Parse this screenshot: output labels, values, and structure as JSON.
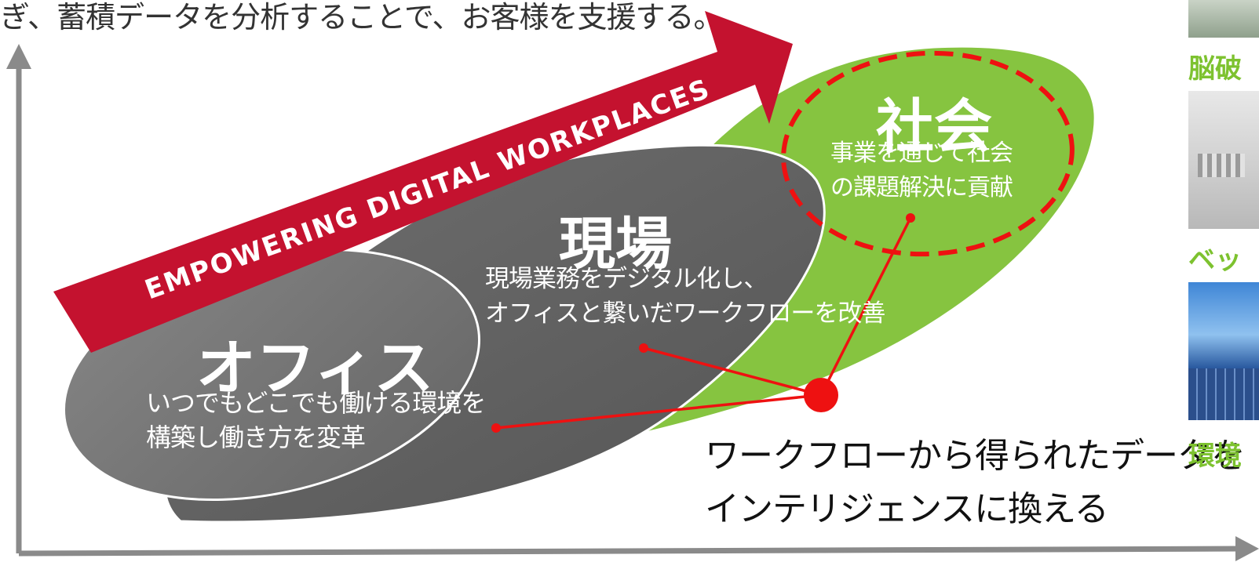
{
  "caption": "ぎ、蓄積データを分析することで、お客様を支援する。",
  "banner": {
    "text": "EMPOWERING DIGITAL WORKPLACES"
  },
  "areas": {
    "office": {
      "title": "オフィス",
      "desc": [
        "いつでもどこでも働ける環境を",
        "構築し働き方を変革"
      ]
    },
    "field": {
      "title": "現場",
      "desc": [
        "現場業務をデジタル化し、",
        "オフィスと繋いだワークフローを改善"
      ]
    },
    "society": {
      "title": "社会",
      "desc": [
        "事業を通じて社会",
        "の課題解決に貢献"
      ]
    }
  },
  "callout": [
    "ワークフローから得られたデータを",
    "インテリジェンスに換える"
  ],
  "side_panel": {
    "labels": [
      "脳破",
      "ベッ",
      "環境"
    ]
  },
  "colors": {
    "banner": "#c4122f",
    "green": "#86c440",
    "gray_dark": "#5f5f5f",
    "gray_mid": "#7a7a7a",
    "red_line": "#ee1111",
    "axis": "#8a8a8a",
    "side_green": "#7dc22f"
  }
}
